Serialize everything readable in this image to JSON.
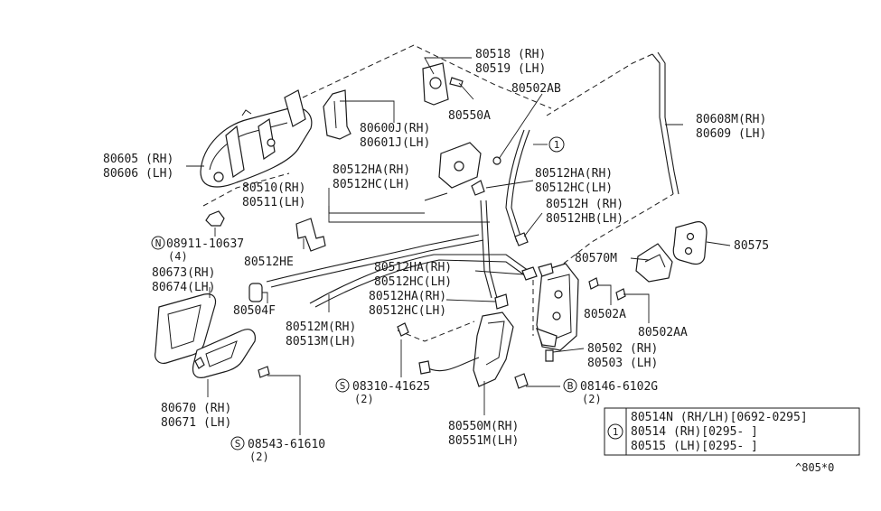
{
  "parts": {
    "p80518": "80518 (RH)",
    "p80519": "80519 (LH)",
    "p80502ab": "80502AB",
    "p80550a": "80550A",
    "p80608m": "80608M(RH)",
    "p80609": "80609  (LH)",
    "p80600j": "80600J(RH)",
    "p80601j": "80601J(LH)",
    "p80605": "80605 (RH)",
    "p80606": "80606 (LH)",
    "p80512ha_a": "80512HA(RH)",
    "p80512hc_a": "80512HC(LH)",
    "p80512ha_b": "80512HA(RH)",
    "p80512hc_b": "80512HC(LH)",
    "p80510": "80510(RH)",
    "p80511": "80511(LH)",
    "p80512h": "80512H (RH)",
    "p80512hb": "80512HB(LH)",
    "p08911": "08911-10637",
    "p08911_qty": "(4)",
    "p80512he": "80512HE",
    "p80575": "80575",
    "p80570m": "80570M",
    "p80512ha_c": "80512HA(RH)",
    "p80512hc_c": "80512HC(LH)",
    "p80673": "80673(RH)",
    "p80674": "80674(LH)",
    "p80504f": "80504F",
    "p80512ha_d": "80512HA(RH)",
    "p80512hc_d": "80512HC(LH)",
    "p80502a": "80502A",
    "p80502aa": "80502AA",
    "p80512m": "80512M(RH)",
    "p80513m": "80513M(LH)",
    "p80502": "80502 (RH)",
    "p80503": "80503 (LH)",
    "p08310": "08310-41625",
    "p08310_qty": "(2)",
    "p08146": "08146-6102G",
    "p08146_qty": "(2)",
    "p80670": "80670 (RH)",
    "p80671": "80671 (LH)",
    "p80550m": "80550M(RH)",
    "p80551m": "80551M(LH)",
    "p08543": "08543-61610",
    "p08543_qty": "(2)"
  },
  "markers": {
    "n_symbol": "N",
    "s_symbol_a": "S",
    "s_symbol_b": "S",
    "b_symbol": "B",
    "ref_one": "1",
    "table_ref_one": "1"
  },
  "legend_table": {
    "rows": [
      "80514N (RH/LH)[0692-0295]",
      "80514  (RH)[0295-     ]",
      "80515  (LH)[0295-     ]"
    ]
  },
  "footer": {
    "code": "^805*0"
  }
}
